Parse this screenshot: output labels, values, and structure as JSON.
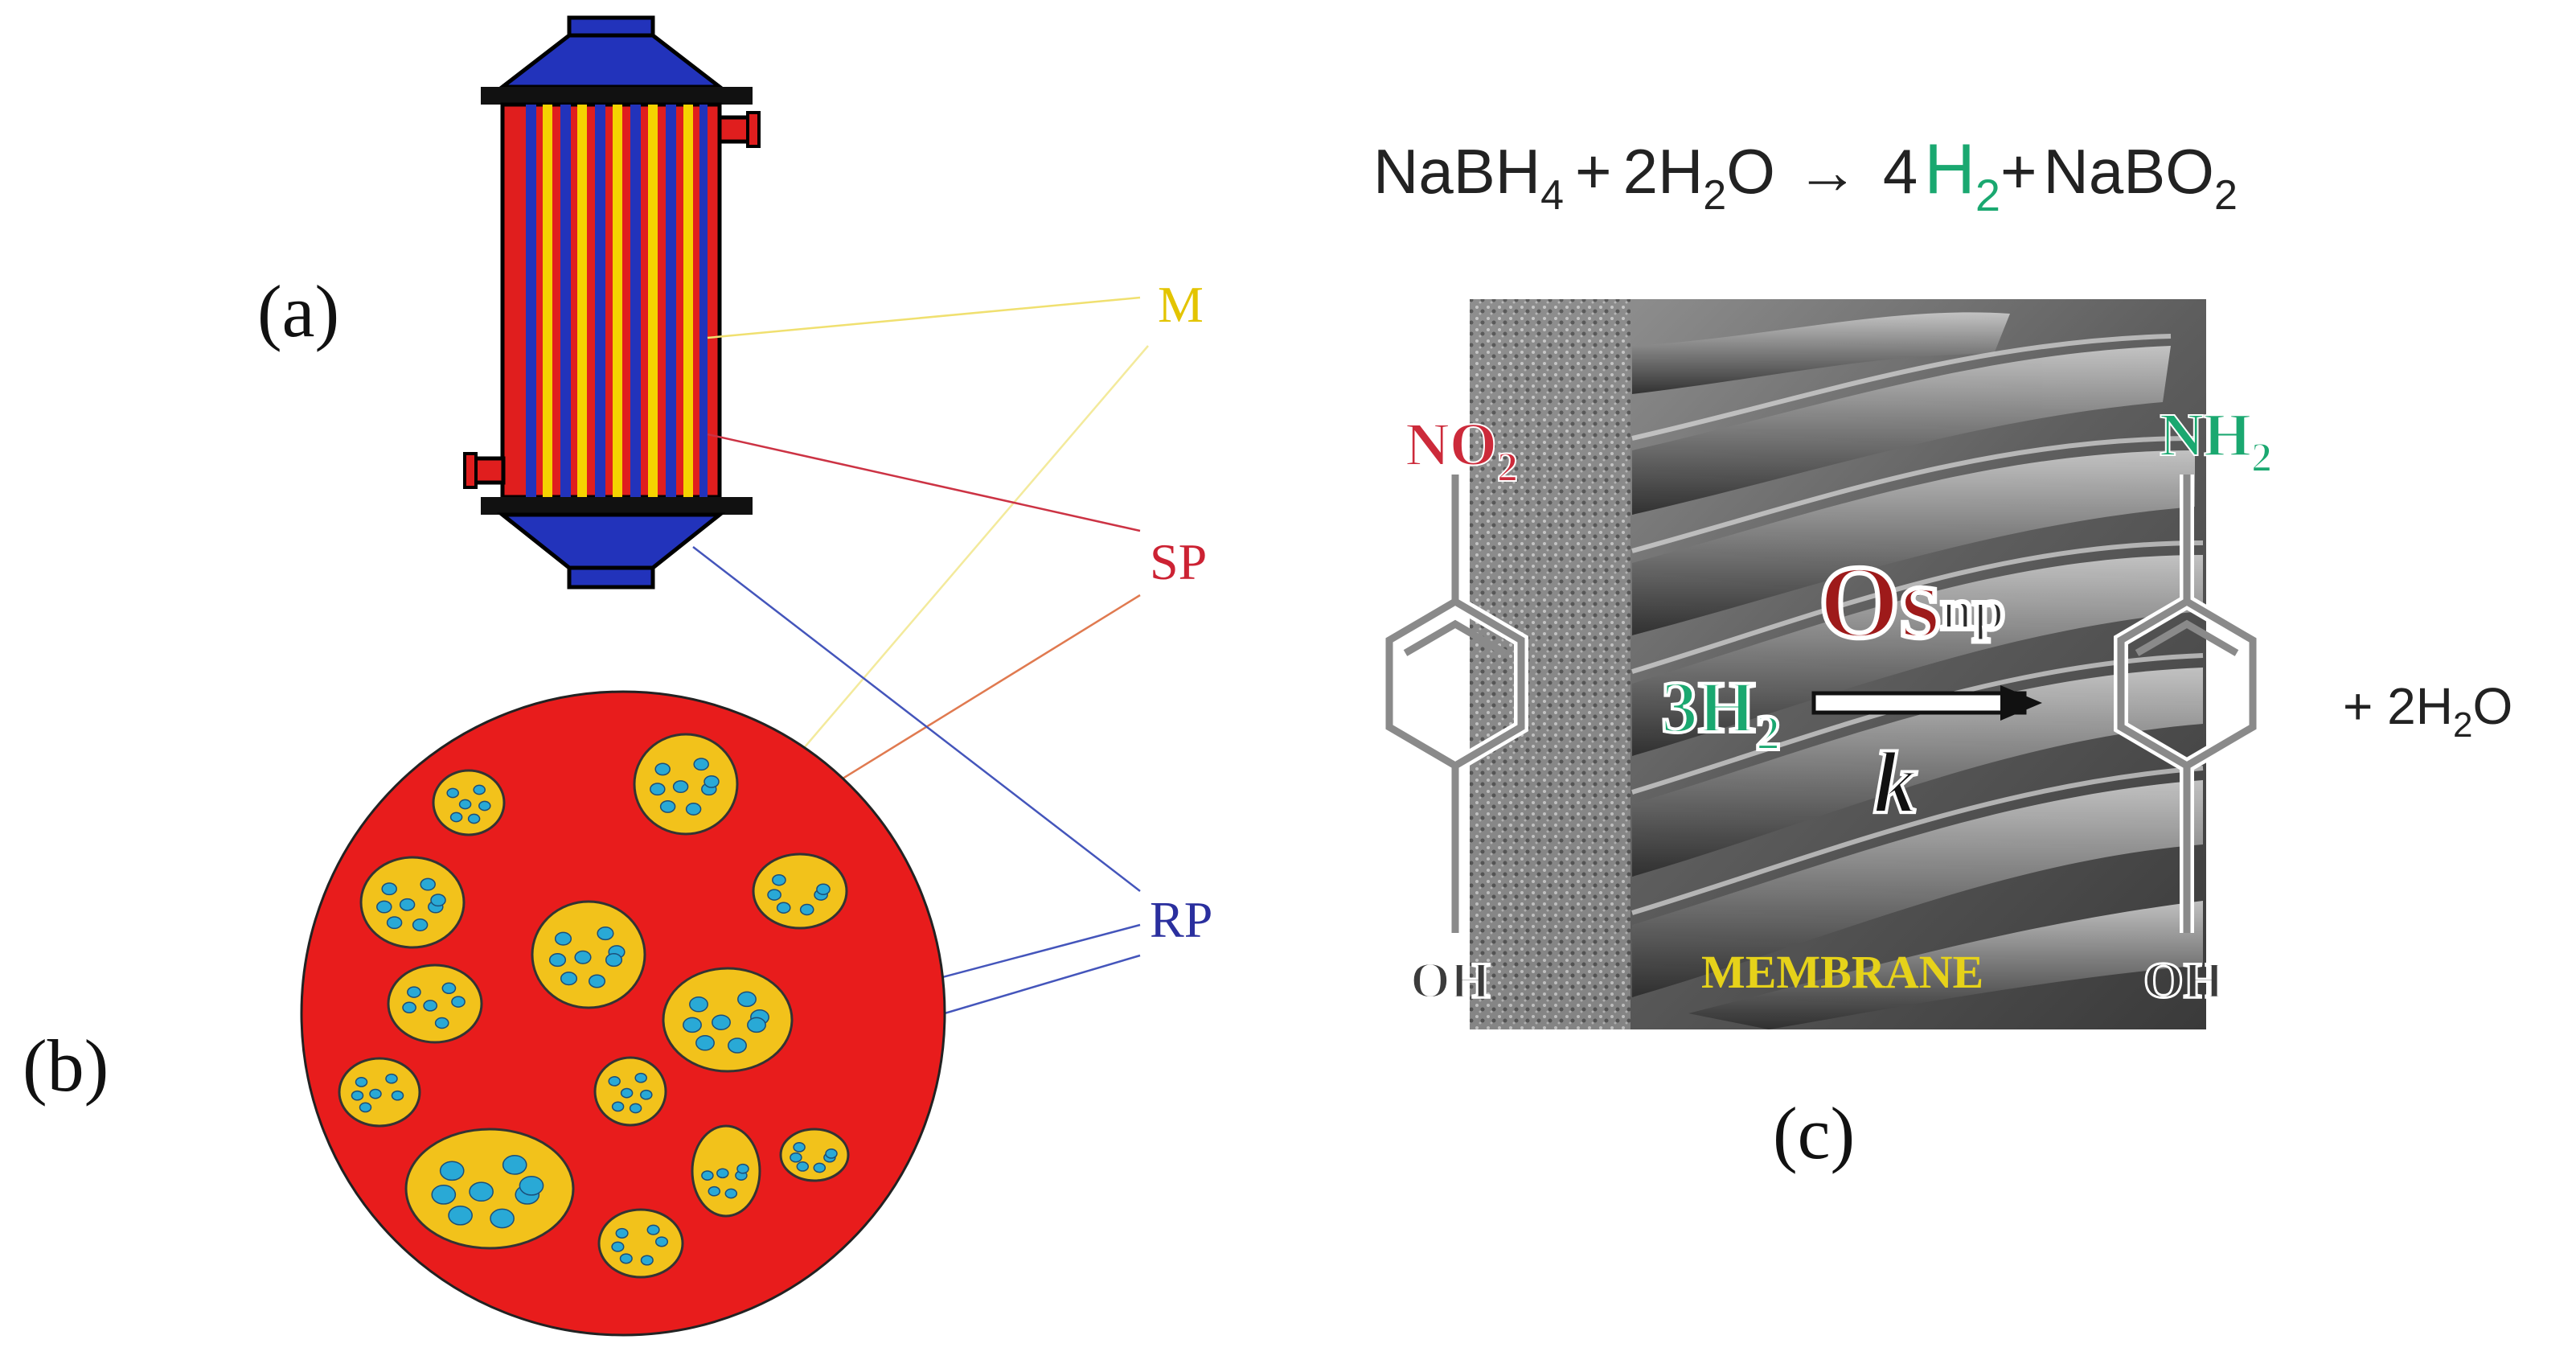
{
  "panels": {
    "a": "(a)",
    "b": "(b)",
    "c": "(c)"
  },
  "callouts": {
    "membrane": "M",
    "shell_phase": "SP",
    "reactive_phase": "RP"
  },
  "reaction_equation": {
    "reactant1": "NaBH",
    "reactant1_sub": "4",
    "plus1": "+",
    "reactant2": "2H",
    "reactant2_sub": "2",
    "reactant2_end": "O",
    "arrow": "→",
    "product1_coef": "4",
    "product1": "H",
    "product1_sub": "2",
    "plus2": "+",
    "product2": "NaBO",
    "product2_sub": "2"
  },
  "scheme": {
    "reactant_group": "NO",
    "reactant_group_sub": "2",
    "reactant_oh": "OH",
    "hydrogen": "3H",
    "hydrogen_sub": "2",
    "catalyst": "Os",
    "catalyst_sub": "np",
    "rate_constant": "k",
    "product_group": "NH",
    "product_group_sub": "2",
    "product_oh": "OH",
    "membrane_label": "MEMBRANE",
    "water": "+ 2H",
    "water_sub": "2",
    "water_end": "O"
  },
  "colors": {
    "tube_red": "#e01e1e",
    "tube_yellow": "#f5d300",
    "tube_blue": "#2233bb",
    "membrane_yellow": "#f2c21b",
    "droplet_blue": "#29a9d6",
    "label_m": "#e3c400",
    "label_sp": "#cc2233",
    "label_rp": "#2a2f9e",
    "h2_green": "#1aa870",
    "no2_red": "#cc2a3a",
    "catalyst_red": "#9e1a1a"
  }
}
